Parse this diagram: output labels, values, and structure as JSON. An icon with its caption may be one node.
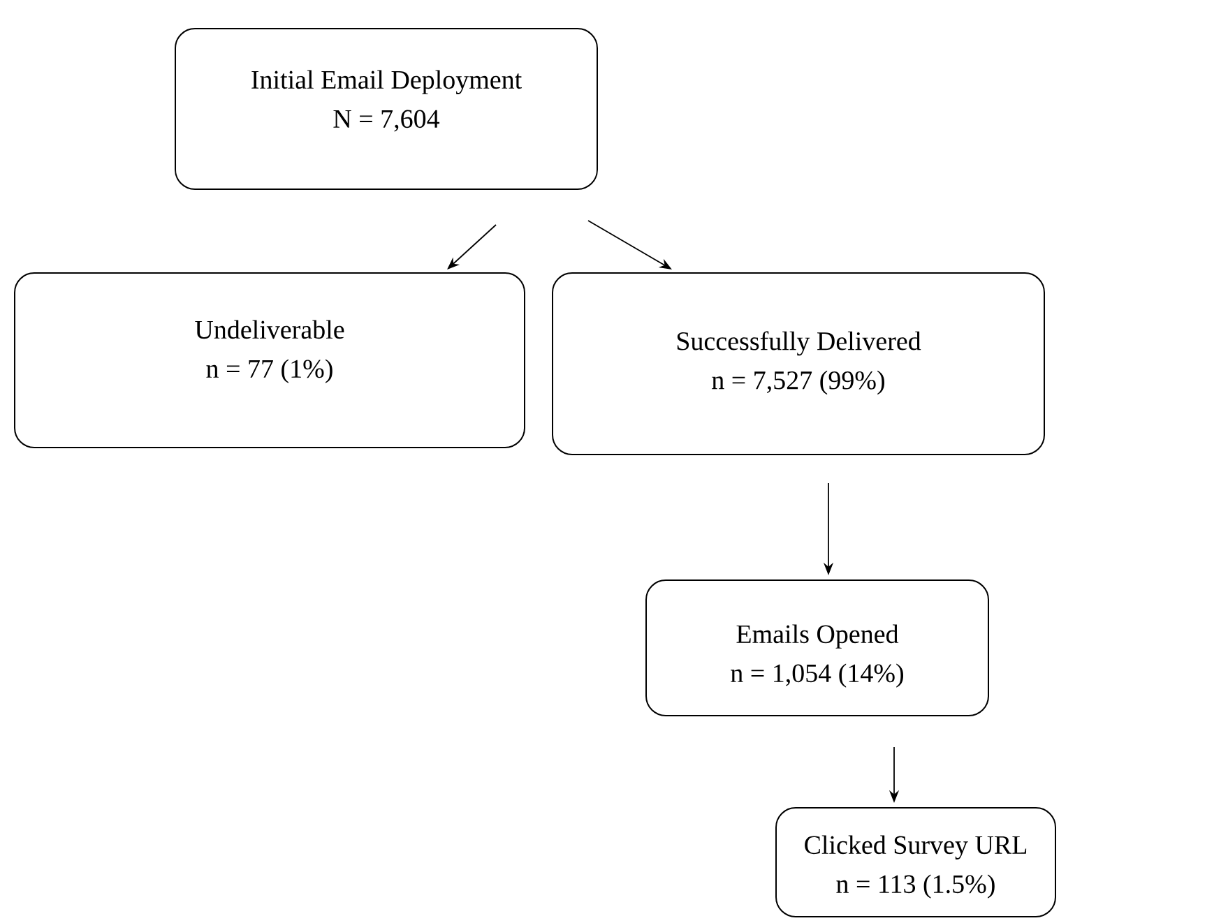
{
  "diagram": {
    "nodes": [
      {
        "text": [
          "Initial Email Deployment",
          "N = 7,604"
        ]
      },
      {
        "text": [
          "Undeliverable",
          "n = 77 (1%)"
        ]
      },
      {
        "text": [
          "Successfully Delivered",
          "n = 7,527 (99%)"
        ]
      },
      {
        "text": [
          "Emails Opened",
          "n = 1,054 (14%)"
        ]
      },
      {
        "text": [
          "Clicked Survey URL",
          "n = 113 (1.5%)"
        ]
      }
    ],
    "edges": [
      {
        "from": 0,
        "to": 1,
        "arrow": "to"
      },
      {
        "from": 0,
        "to": 2,
        "arrow": "to"
      },
      {
        "from": 2,
        "to": 3,
        "arrow": "to"
      },
      {
        "from": 3,
        "to": 4,
        "arrow": "to"
      }
    ]
  }
}
